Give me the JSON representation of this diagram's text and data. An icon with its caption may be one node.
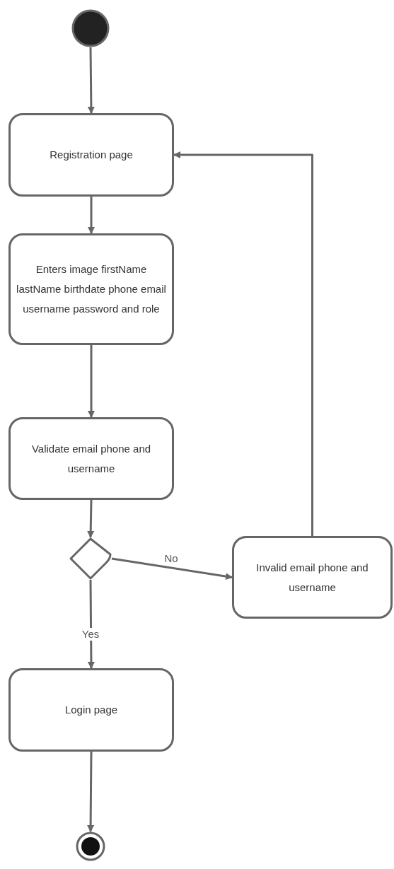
{
  "diagram": {
    "nodes": [
      {
        "text": [],
        "shape": "circle"
      },
      {
        "text": [
          "Registration page"
        ]
      },
      {
        "text": [
          "Enters image firstName lastName birthdate phone email username password and role"
        ]
      },
      {
        "text": [
          "Validate email phone and username"
        ]
      },
      {
        "text": [],
        "shape": "diamond"
      },
      {
        "text": [
          "Invalid email phone and username"
        ]
      },
      {
        "text": [
          "Login page"
        ]
      },
      {
        "text": [],
        "shape": "circle"
      }
    ],
    "edges": [
      {
        "from": 0,
        "to": 1,
        "arrow": "to"
      },
      {
        "from": 1,
        "to": 2,
        "arrow": "to"
      },
      {
        "from": 2,
        "to": 3,
        "arrow": "to"
      },
      {
        "from": 3,
        "to": 4,
        "arrow": "to"
      },
      {
        "from": 4,
        "to": 5,
        "arrow": "to",
        "label": "No"
      },
      {
        "from": 4,
        "to": 6,
        "arrow": "to",
        "label": "Yes"
      },
      {
        "from": 5,
        "to": 1,
        "arrow": "to"
      },
      {
        "from": 6,
        "to": 7,
        "arrow": "to"
      }
    ]
  }
}
